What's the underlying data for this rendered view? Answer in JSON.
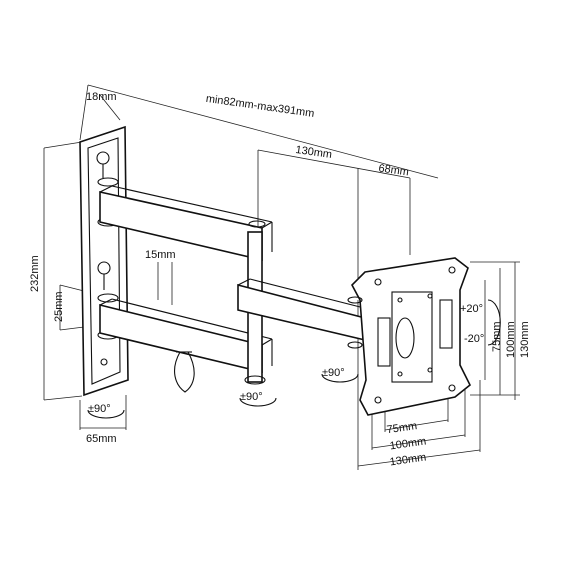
{
  "dimensions": {
    "top_left": "18mm",
    "arm_range": "min82mm-max391mm",
    "arm_middle": "130mm",
    "arm_right": "68mm",
    "inner_arm": "15mm",
    "total_height": "232mm",
    "arm_height": "25mm",
    "wall_width": "65mm",
    "vesa_75_w": "75mm",
    "vesa_100_w": "100mm",
    "vesa_130_w": "130mm",
    "vesa_75_h": "75mm",
    "vesa_100_h": "100mm",
    "vesa_130_h": "130mm"
  },
  "rotations": {
    "wall_swivel": "±90°",
    "arm_swivel": "±90°",
    "head_swivel": "±90°",
    "tilt_up": "+20°",
    "tilt_down": "-20°"
  },
  "colors": {
    "line": "#111111",
    "background": "#ffffff"
  }
}
